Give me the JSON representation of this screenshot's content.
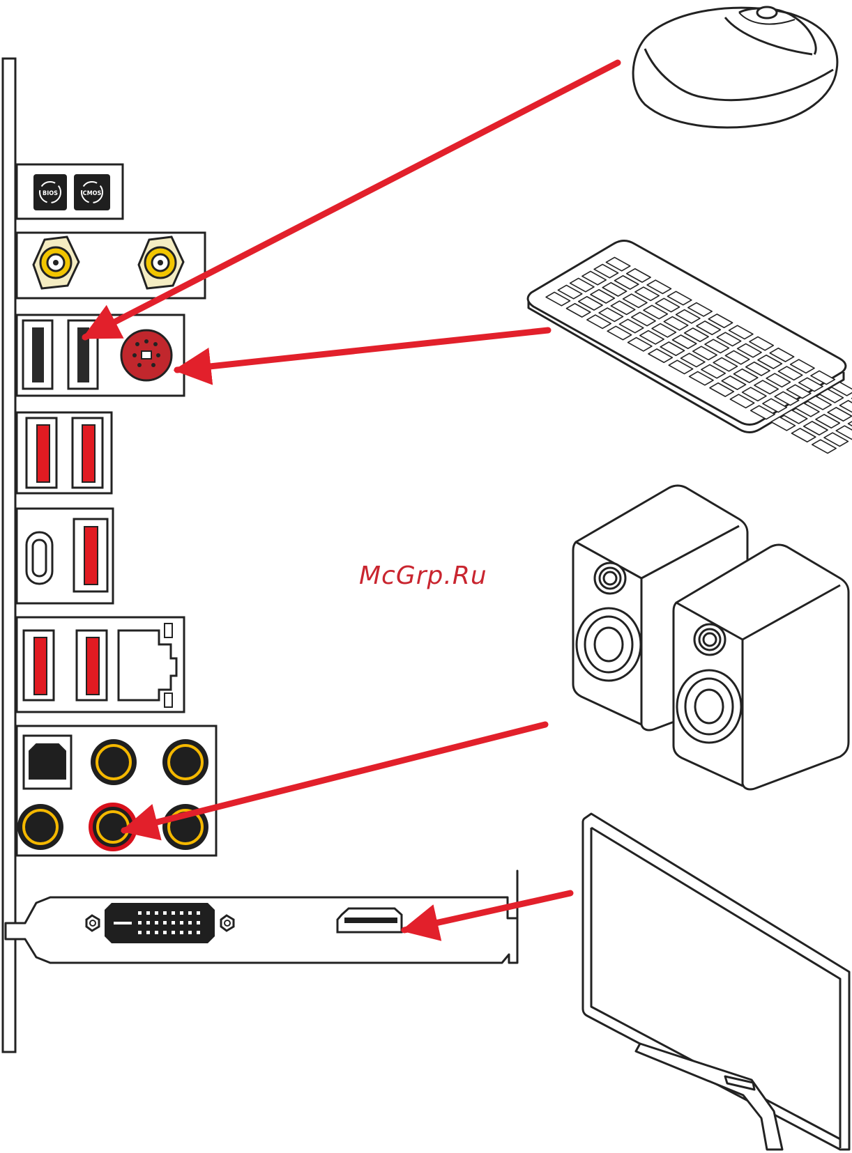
{
  "watermark": "McGrp.Ru",
  "io_panel": {
    "flash_bios_button": "BIOS",
    "clear_cmos_button": "CMOS"
  },
  "colors": {
    "arrow": "#e2202b",
    "usb_red": "#e11b22",
    "ps2_red": "#c1272d",
    "antenna_gold": "#f2c500",
    "audio_ring": "#f5b800",
    "audio_pink": "#d8101b"
  },
  "devices": [
    "mouse-icon",
    "keyboard-icon",
    "speakers-icon",
    "monitor-icon"
  ]
}
